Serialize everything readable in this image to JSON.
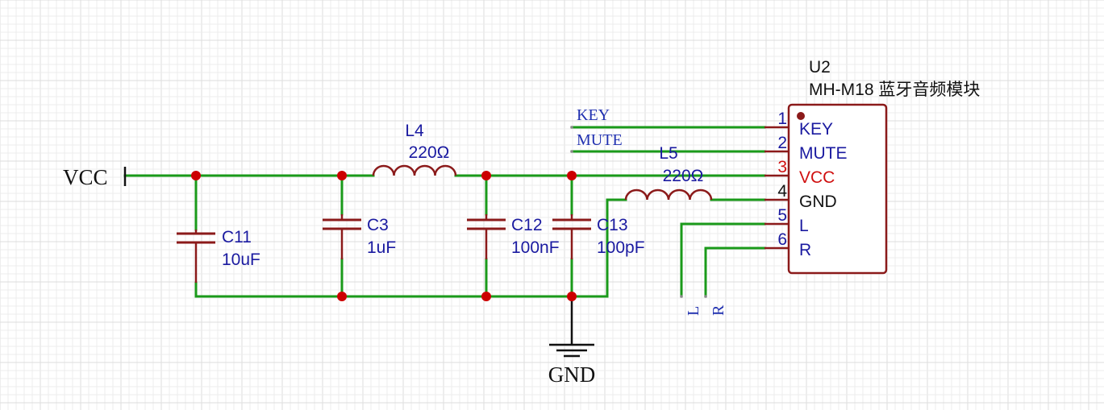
{
  "power_net": {
    "vcc": "VCC",
    "gnd": "GND"
  },
  "net_labels": {
    "key": "KEY",
    "mute": "MUTE",
    "left": "L",
    "right": "R"
  },
  "components": {
    "c11": {
      "ref": "C11",
      "value": "10uF"
    },
    "c3": {
      "ref": "C3",
      "value": "1uF"
    },
    "c12": {
      "ref": "C12",
      "value": "100nF"
    },
    "c13": {
      "ref": "C13",
      "value": "100pF"
    },
    "l4": {
      "ref": "L4",
      "value": "220Ω"
    },
    "l5": {
      "ref": "L5",
      "value": "220Ω"
    },
    "u2": {
      "ref": "U2",
      "value": "MH-M18 蓝牙音频模块",
      "pins": [
        {
          "num": "1",
          "name": "KEY"
        },
        {
          "num": "2",
          "name": "MUTE"
        },
        {
          "num": "3",
          "name": "VCC"
        },
        {
          "num": "4",
          "name": "GND"
        },
        {
          "num": "5",
          "name": "L"
        },
        {
          "num": "6",
          "name": "R"
        }
      ]
    }
  },
  "colors": {
    "wire": "#1a9a1a",
    "component": "#8b1a1a",
    "junction": "#cc0000",
    "label": "#1a1aa0",
    "power_pin": "#d01010",
    "ground_pin": "#111111"
  }
}
